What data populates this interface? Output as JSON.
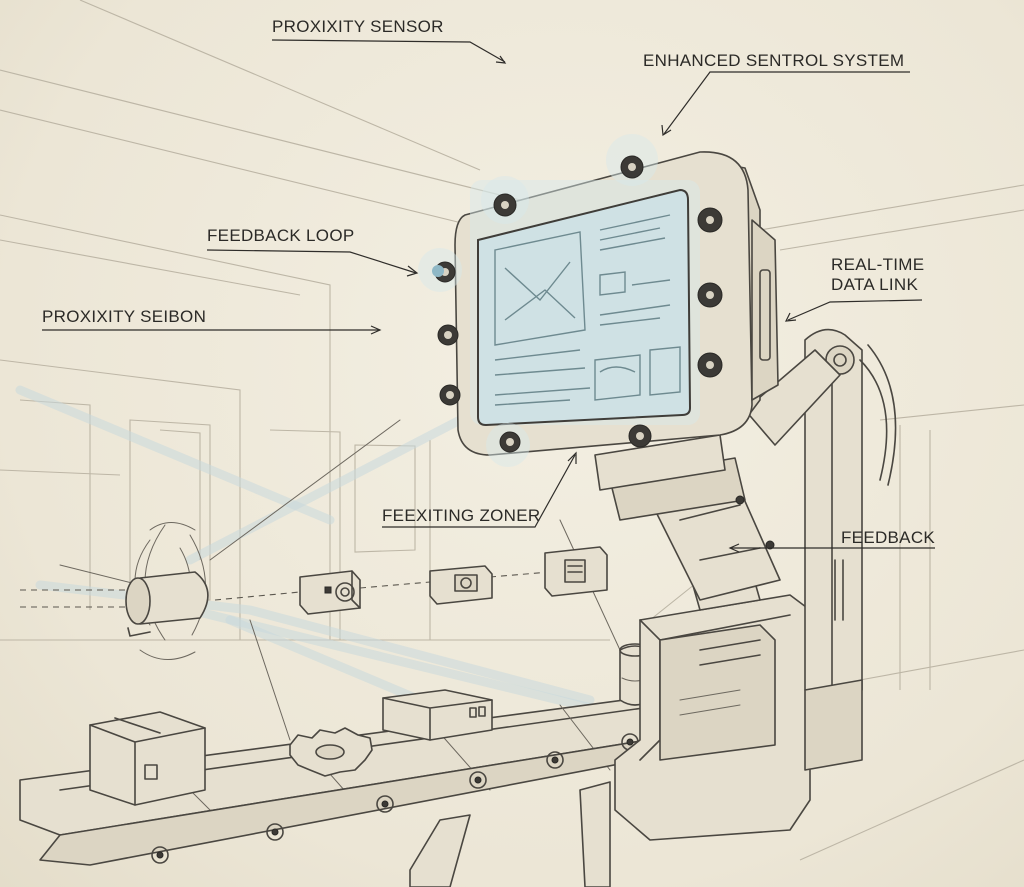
{
  "labels": {
    "proximity_sensor": "PROXIXITY SENSOR",
    "enhanced_system": "ENHANCED SENTROL SYSTEM",
    "feedback_loop": "FEEDBACK LOOP",
    "real_time_data_link": "REAL-TIME DATA LINK",
    "proximity_seibon": "PROXIXITY SEIBON",
    "feexiting_zoner": "FEEXITING ZONER",
    "feedback": "FEEDBACK"
  },
  "colors": {
    "paper": "#efeadb",
    "ink": "#2b2a27",
    "screen_glow": "#cfe1e4"
  }
}
